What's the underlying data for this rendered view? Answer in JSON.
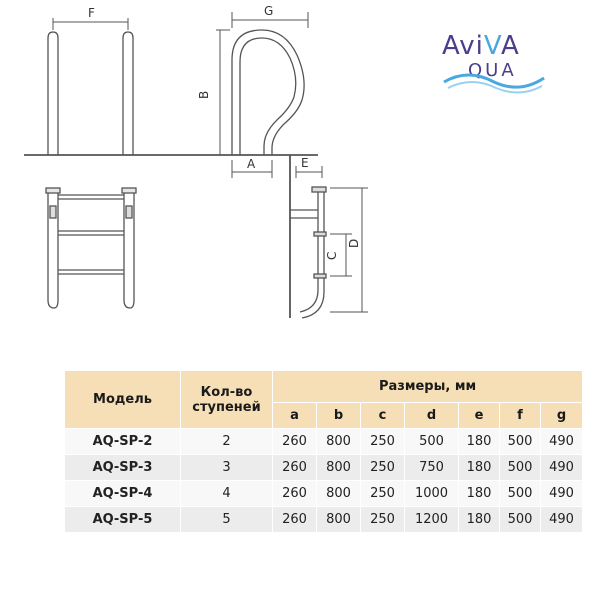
{
  "brand": {
    "logo_text": "AvivA QUA"
  },
  "drawing_labels": {
    "F": "F",
    "G": "G",
    "B": "B",
    "A": "A",
    "E": "E",
    "C": "C",
    "D": "D"
  },
  "table": {
    "header_model": "Модель",
    "header_steps": "Кол-во ступеней",
    "header_dimensions": "Размеры, мм",
    "dim_columns": [
      "a",
      "b",
      "c",
      "d",
      "e",
      "f",
      "g"
    ],
    "rows": [
      {
        "model": "AQ-SP-2",
        "steps": "2",
        "values": [
          "260",
          "800",
          "250",
          "500",
          "180",
          "500",
          "490"
        ]
      },
      {
        "model": "AQ-SP-3",
        "steps": "3",
        "values": [
          "260",
          "800",
          "250",
          "750",
          "180",
          "500",
          "490"
        ]
      },
      {
        "model": "AQ-SP-4",
        "steps": "4",
        "values": [
          "260",
          "800",
          "250",
          "1000",
          "180",
          "500",
          "490"
        ]
      },
      {
        "model": "AQ-SP-5",
        "steps": "5",
        "values": [
          "260",
          "800",
          "250",
          "1200",
          "180",
          "500",
          "490"
        ]
      }
    ]
  },
  "colors": {
    "header_bg": "#f6dfb7",
    "row_grey": "#ececec",
    "row_light": "#f8f8f8",
    "logo_purple": "#4a3f8f",
    "logo_blue": "#4aa8e0"
  }
}
